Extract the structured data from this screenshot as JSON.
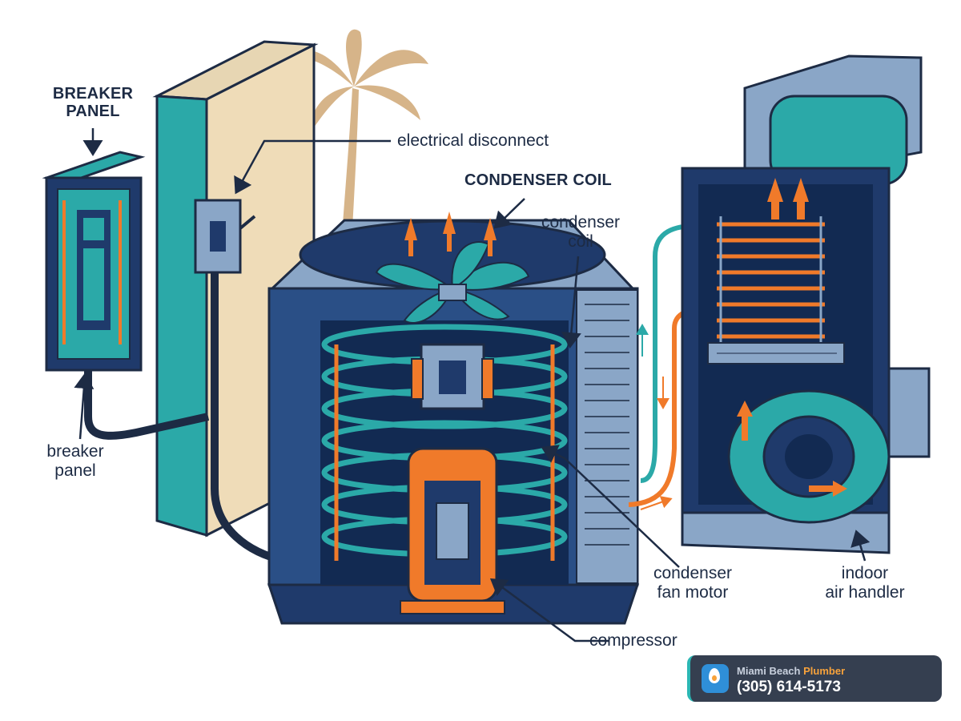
{
  "labels": {
    "breaker_panel_title": [
      "BREAKER",
      "PANEL"
    ],
    "electrical_disconnect": "electrical disconnect",
    "condenser_coil_title": "CONDENSER COIL",
    "condenser_coil": [
      "condenser",
      "coil"
    ],
    "breaker_panel": [
      "breaker",
      "panel"
    ],
    "condenser_fan_motor": [
      "condenser",
      "fan motor"
    ],
    "indoor_air_handler": [
      "indoor",
      "air handler"
    ],
    "compressor": "compressor"
  },
  "brand": {
    "name_prefix": "Miami Beach",
    "name_accent": "Plumber",
    "phone": "(305) 614-5173",
    "icon": "water-drop-icon"
  },
  "colors": {
    "navy": "#1f3a6b",
    "teal": "#2ba9a8",
    "orange": "#f07a2a",
    "sand": "#efdcb8",
    "palm": "#d6b489"
  }
}
